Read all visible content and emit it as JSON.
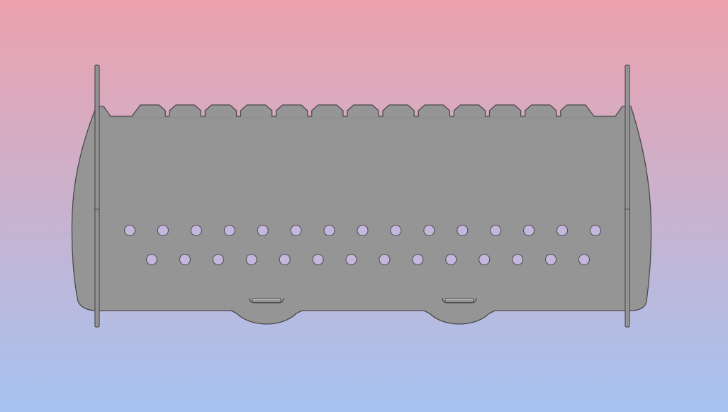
{
  "viewport": {
    "background_top": "#eca1ac",
    "background_bottom": "#a6c3f1"
  },
  "part": {
    "fill": "#959595",
    "edge": "#4a4a4a",
    "hole_fill": "#c4b6dc",
    "upper_hole_row_count": 15,
    "lower_hole_row_count": 14,
    "top_teeth_count": 13,
    "bottom_slot_count": 2,
    "side_post_count": 2
  }
}
